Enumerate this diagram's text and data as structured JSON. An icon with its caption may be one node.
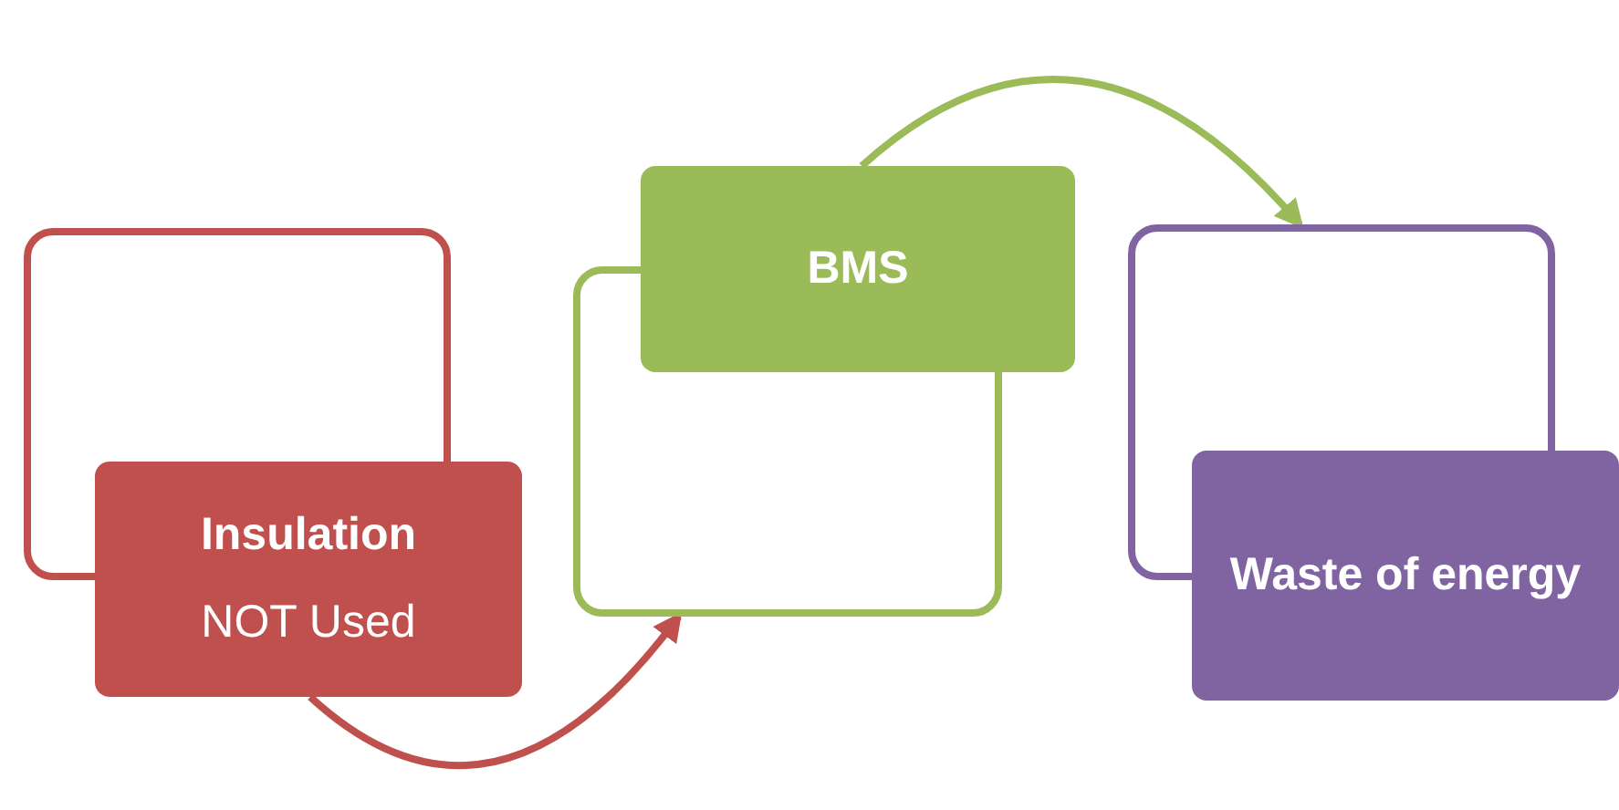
{
  "diagram": {
    "nodes": [
      {
        "text": [
          "Insulation",
          "NOT Used"
        ]
      },
      {
        "text": [
          "BMS"
        ]
      },
      {
        "text": [
          "Waste of energy"
        ]
      }
    ],
    "edges": [
      {
        "from": 0,
        "to": 1,
        "arrow": "to",
        "color": "#c0504d"
      },
      {
        "from": 1,
        "to": 2,
        "arrow": "to",
        "color": "#9bbb59"
      }
    ]
  }
}
